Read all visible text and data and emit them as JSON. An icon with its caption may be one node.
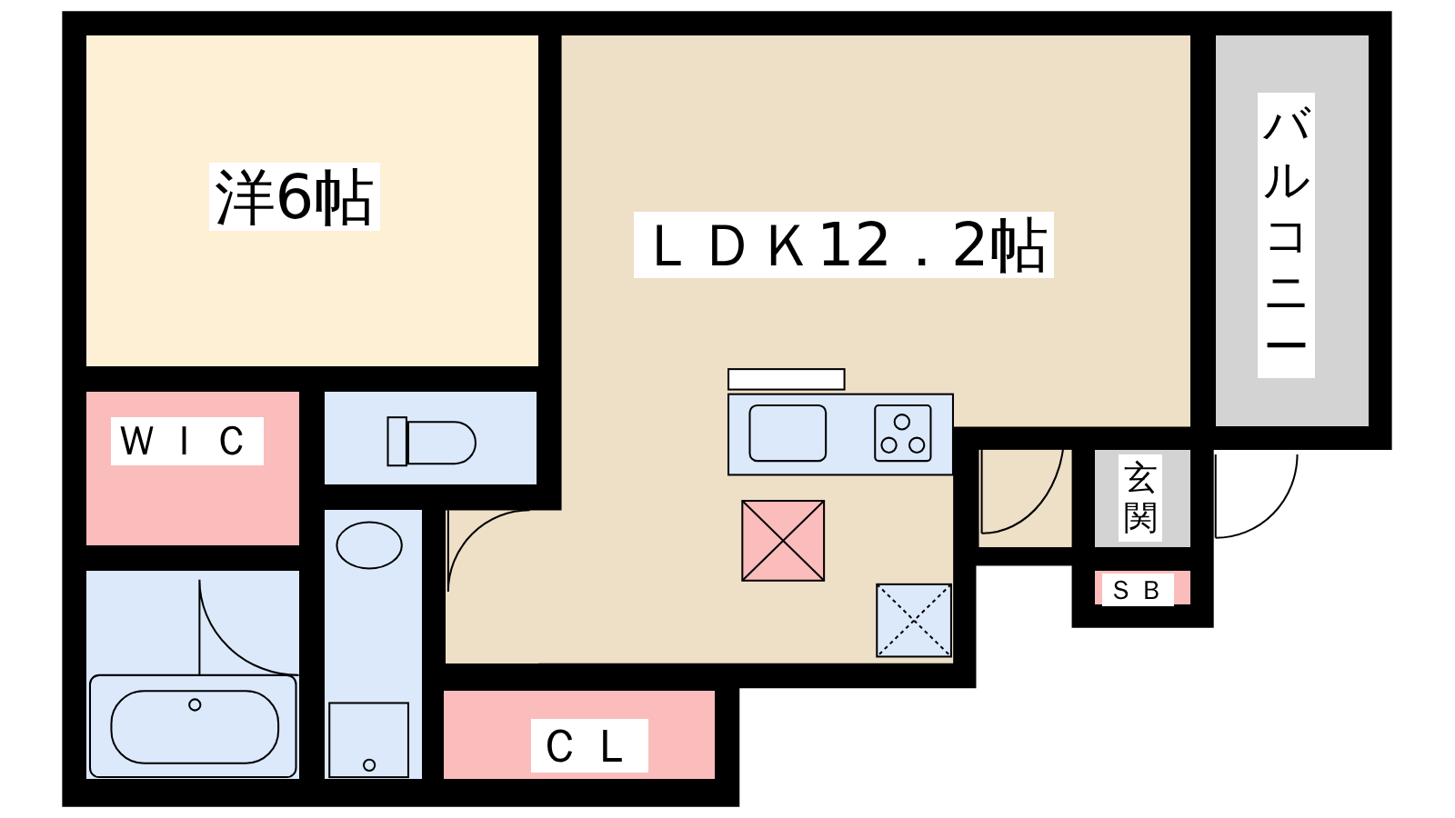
{
  "diagram": {
    "nodes": [
      {
        "text": [
          "洋6帖"
        ]
      },
      {
        "text": [
          "ＬＤＫ12．2帖"
        ]
      },
      {
        "text": [
          "バルコニー"
        ]
      },
      {
        "text": [
          "ＷＩＣ"
        ]
      },
      {
        "text": [],
        "shape": "box"
      },
      {
        "text": [],
        "shape": "box"
      },
      {
        "text": [],
        "shape": "box"
      },
      {
        "text": [
          "玄関"
        ]
      },
      {
        "text": [
          "ＳＢ"
        ]
      },
      {
        "text": [
          "ＣＬ"
        ]
      }
    ],
    "edges": []
  }
}
